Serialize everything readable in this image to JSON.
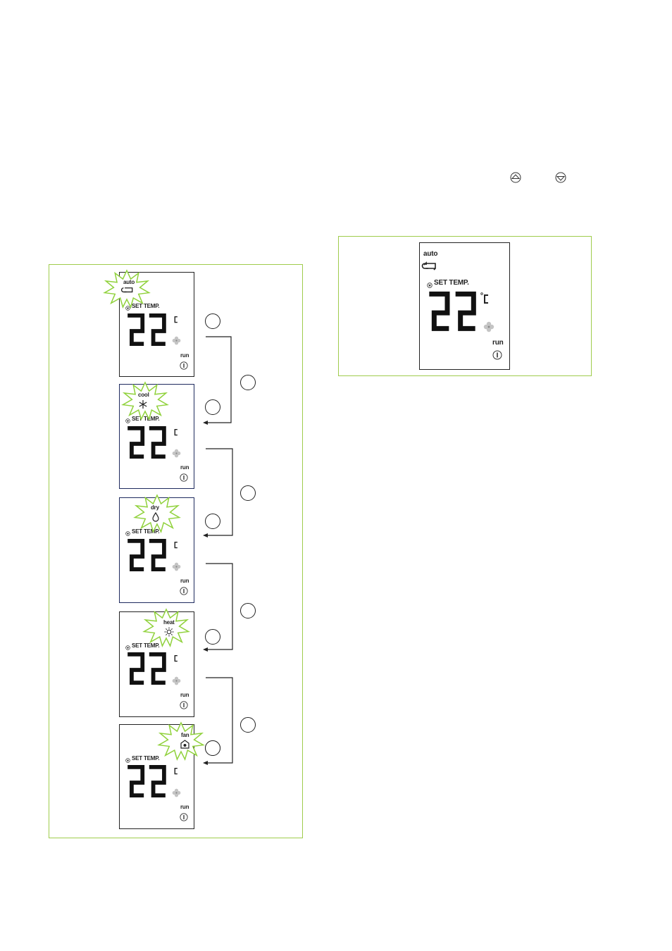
{
  "buttons": {
    "up_icon": "up-arrow-icon",
    "down_icon": "down-arrow-icon"
  },
  "colors": {
    "frame": "#9fcc4c",
    "burst": "#8fd13a",
    "digit": "#111111",
    "fan_icon": "#bdbdbd"
  },
  "preview": {
    "mode": "auto",
    "set_temp": "SET TEMP.",
    "temperature": "22",
    "unit": "°C",
    "status": "run"
  },
  "sequence": [
    {
      "mode": "auto",
      "icon": "auto-cycle-icon",
      "set_temp": "SET TEMP.",
      "temperature": "22",
      "status": "run"
    },
    {
      "mode": "cool",
      "icon": "snowflake-icon",
      "set_temp": "SET TEMP.",
      "temperature": "22",
      "status": "run"
    },
    {
      "mode": "dry",
      "icon": "droplet-icon",
      "set_temp": "SET TEMP.",
      "temperature": "22",
      "status": "run"
    },
    {
      "mode": "heat",
      "icon": "sun-icon",
      "set_temp": "SET TEMP.",
      "temperature": "22",
      "status": "run"
    },
    {
      "mode": "fan",
      "icon": "fan-icon",
      "set_temp": "SET TEMP.",
      "temperature": "22",
      "status": "run"
    }
  ]
}
